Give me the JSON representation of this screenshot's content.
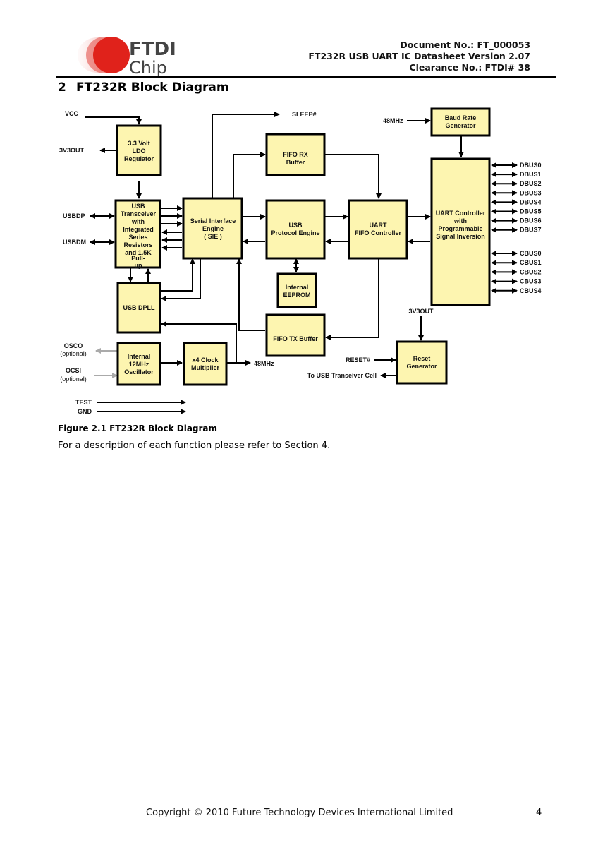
{
  "header": {
    "logo_text_top": "FTDI",
    "logo_text_bottom": "Chip",
    "doc_no": "Document No.: FT_000053",
    "title": "FT232R USB UART IC Datasheet Version 2.07",
    "clearance": "Clearance No.: FTDI# 38"
  },
  "section": {
    "number": "2",
    "title": "FT232R Block Diagram"
  },
  "diagram": {
    "blocks": {
      "ldo": [
        "3.3 Volt",
        "LDO",
        "Regulator"
      ],
      "usb_transceiver": [
        "USB",
        "Transceiver",
        "with",
        "Integrated",
        "Series",
        "Resistors",
        "and 1.5K",
        "Pull-",
        "up"
      ],
      "dpll": [
        "USB DPLL"
      ],
      "oscillator": [
        "Internal",
        "12MHz",
        "Oscillator"
      ],
      "clock_multiplier": [
        "x4 Clock",
        "Multiplier"
      ],
      "sie": [
        "Serial Interface",
        "Engine",
        "( SIE )"
      ],
      "fifo_rx": [
        "FIFO RX",
        "Buffer"
      ],
      "usb_protocol": [
        "USB",
        "Protocol Engine"
      ],
      "eeprom": [
        "Internal",
        "EEPROM"
      ],
      "fifo_tx": [
        "FIFO TX Buffer"
      ],
      "uart_fifo": [
        "UART",
        "FIFO Controller"
      ],
      "baud": [
        "Baud Rate",
        "Generator"
      ],
      "uart_ctrl": [
        "UART Controller",
        "with",
        "Programmable",
        "Signal Inversion"
      ],
      "reset": [
        "Reset",
        "Generator"
      ]
    },
    "signals": {
      "vcc": "VCC",
      "v3out_left": "3V3OUT",
      "usbdp": "USBDP",
      "usbdm": "USBDM",
      "osco": [
        "OSCO",
        "(optional)"
      ],
      "ocsi": [
        "OCSI",
        "(optional)"
      ],
      "test": "TEST",
      "gnd": "GND",
      "sleep": "SLEEP#",
      "clk48_mult": "48MHz",
      "clk48_baud": "48MHz",
      "v3out_reset": "3V3OUT",
      "reset_in": "RESET#",
      "to_usb": "To USB Transeiver Cell",
      "dbus": [
        "DBUS0",
        "DBUS1",
        "DBUS2",
        "DBUS3",
        "DBUS4",
        "DBUS5",
        "DBUS6",
        "DBUS7"
      ],
      "cbus": [
        "CBUS0",
        "CBUS1",
        "CBUS2",
        "CBUS3",
        "CBUS4"
      ]
    }
  },
  "caption": "Figure 2.1 FT232R Block Diagram",
  "description": "For a description of each function please refer to Section 4.",
  "footer": {
    "copyright": "Copyright © 2010 Future Technology Devices International Limited",
    "page": "4"
  },
  "colors": {
    "block_fill": "#fdf5b0",
    "logo_red": "#e0221b"
  }
}
